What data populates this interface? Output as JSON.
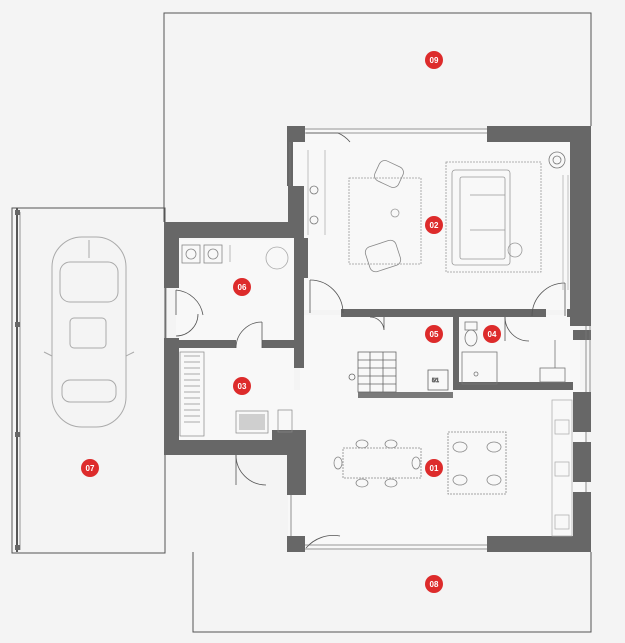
{
  "plan": {
    "colors": {
      "background": "#f4f4f4",
      "wall": "#676767",
      "outline": "#555555",
      "furniture": "#9a9a9a",
      "badge": "#dd2b2b",
      "badge_text": "#ffffff"
    },
    "labels": [
      "01",
      "02",
      "03",
      "04",
      "05",
      "06",
      "07",
      "08",
      "09"
    ],
    "stair_label": "5/1",
    "icons": [
      "car-icon",
      "sofa-icon",
      "armchair-icon",
      "dining-table-icon",
      "toilet-icon",
      "washing-machine-icon",
      "plant-icon"
    ]
  }
}
